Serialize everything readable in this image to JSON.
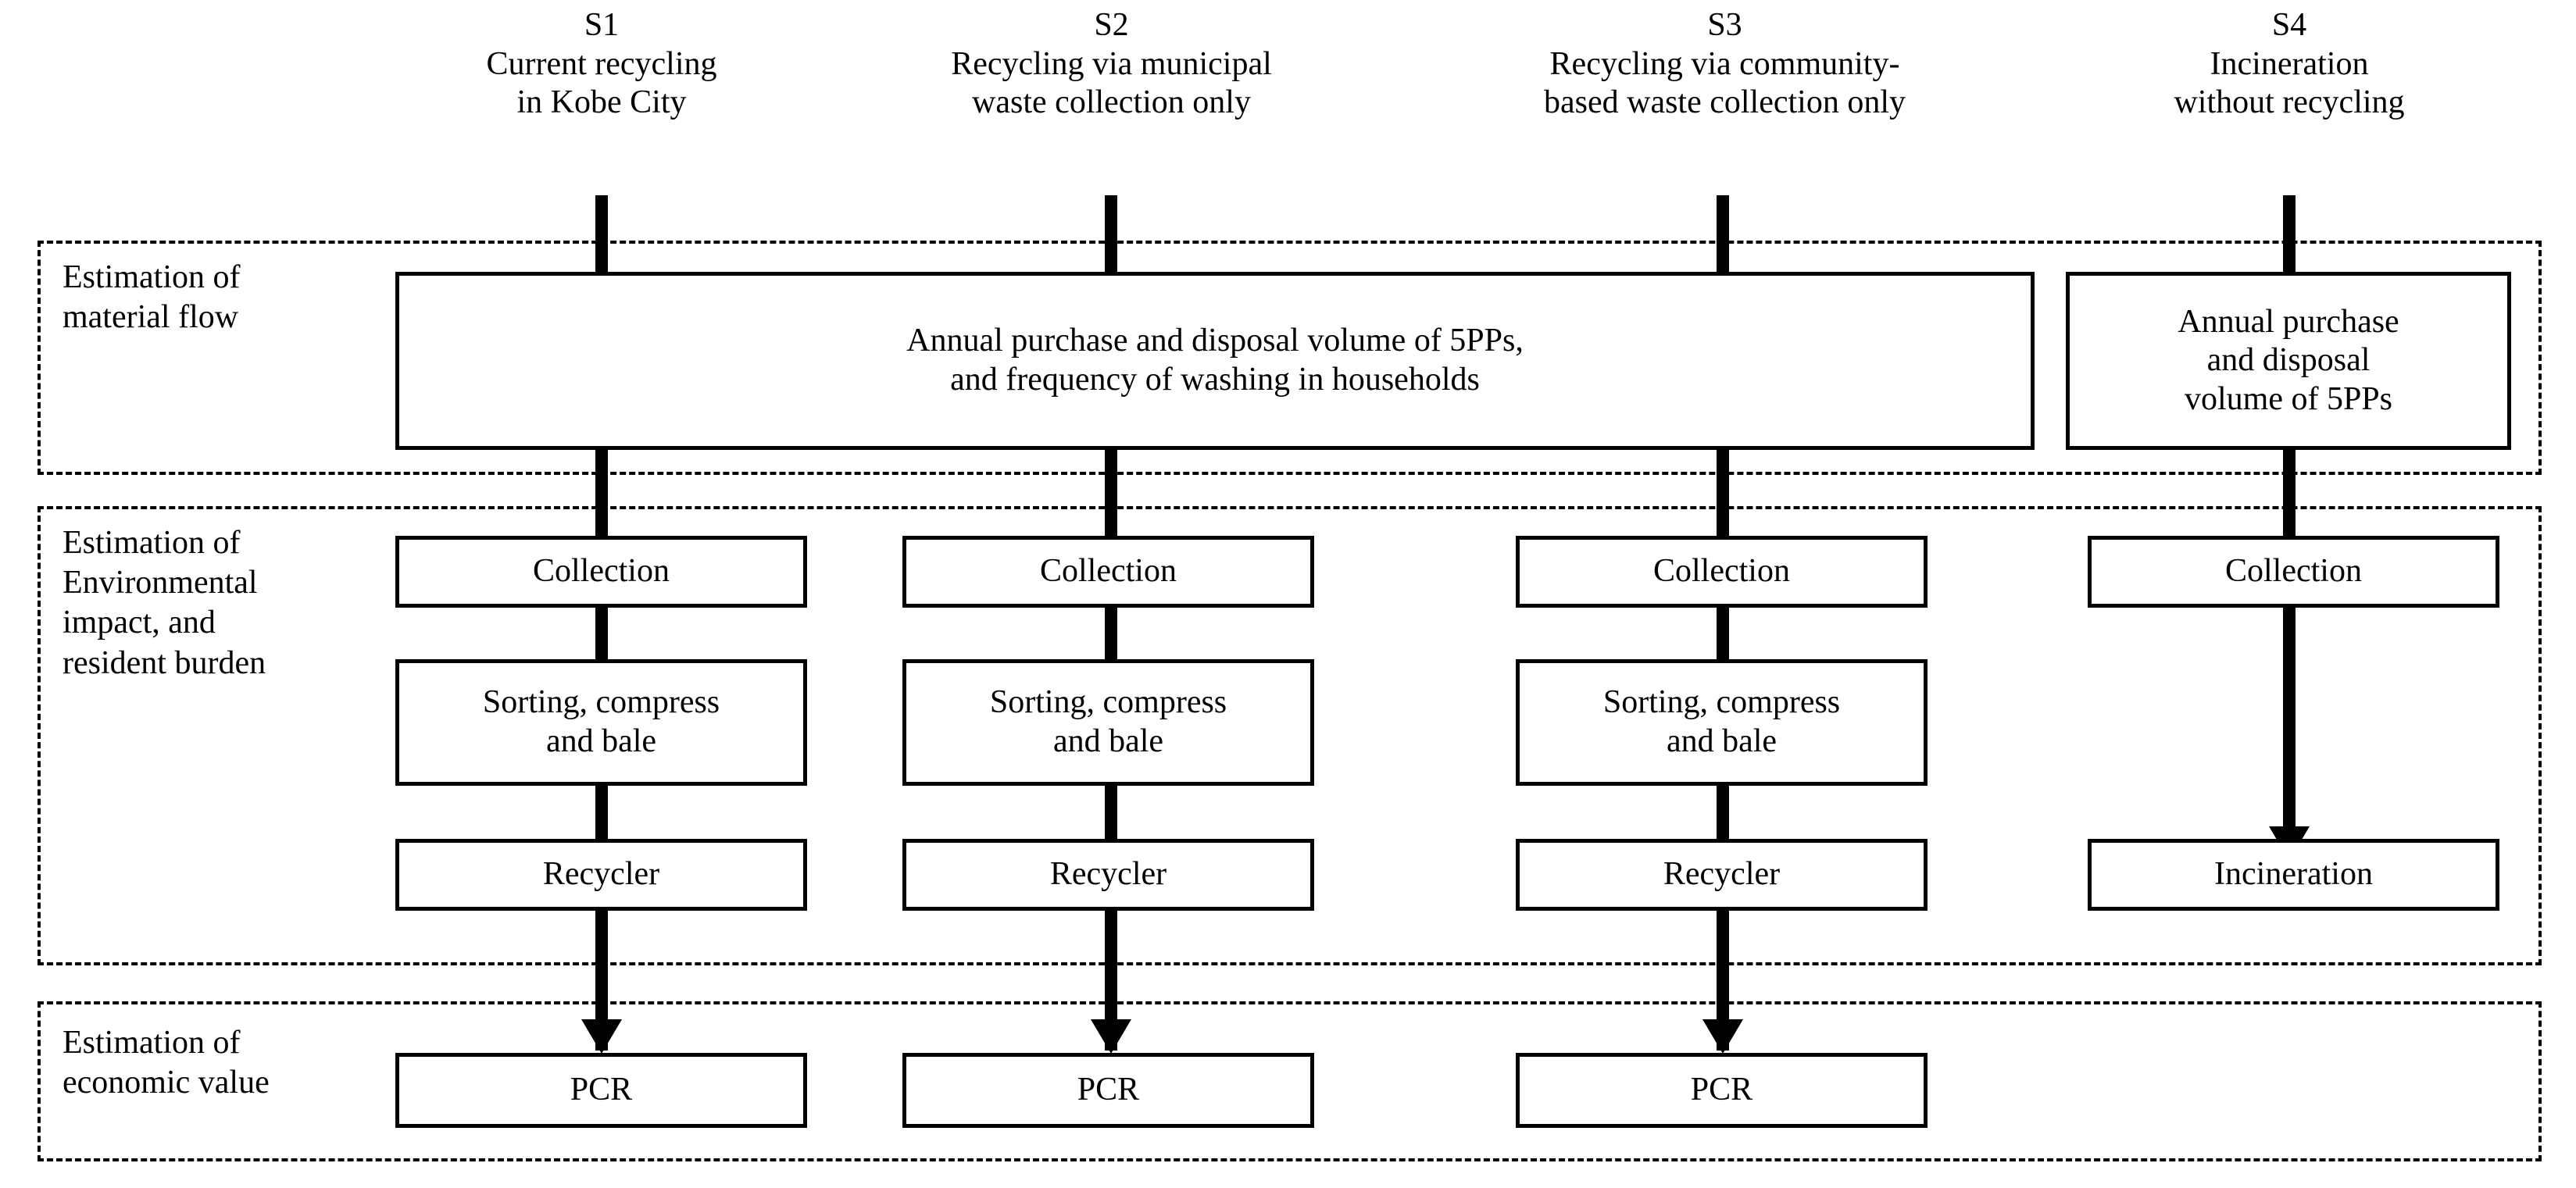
{
  "scenarios": [
    {
      "id": "S1",
      "desc_line1": "Current recycling",
      "desc_line2": "in Kobe City"
    },
    {
      "id": "S2",
      "desc_line1": "Recycling via municipal",
      "desc_line2": "waste collection only"
    },
    {
      "id": "S3",
      "desc_line1": "Recycling via community-",
      "desc_line2": "based waste collection only"
    },
    {
      "id": "S4",
      "desc_line1": "Incineration",
      "desc_line2": "without recycling"
    }
  ],
  "bands": [
    {
      "key": "material-flow",
      "label_line1": "Estimation of",
      "label_line2": "material flow",
      "label_line3": "",
      "label_line4": ""
    },
    {
      "key": "environmental-impact",
      "label_line1": "Estimation of",
      "label_line2": "Environmental",
      "label_line3": "impact, and",
      "label_line4": "resident burden"
    },
    {
      "key": "economic-value",
      "label_line1": "Estimation of",
      "label_line2": "economic value",
      "label_line3": "",
      "label_line4": ""
    }
  ],
  "boxes": {
    "shared_material": {
      "line1": "Annual purchase and disposal volume of 5PPs,",
      "line2": "and frequency of washing in households"
    },
    "s4_material": {
      "line1": "Annual purchase",
      "line2": "and disposal",
      "line3": "volume of 5PPs"
    },
    "collection": "Collection",
    "sorting": {
      "line1": "Sorting, compress",
      "line2": "and bale"
    },
    "recycler": "Recycler",
    "incineration": "Incineration",
    "pcr": "PCR"
  },
  "colors": {
    "ink": "#000000",
    "paper": "#ffffff"
  }
}
